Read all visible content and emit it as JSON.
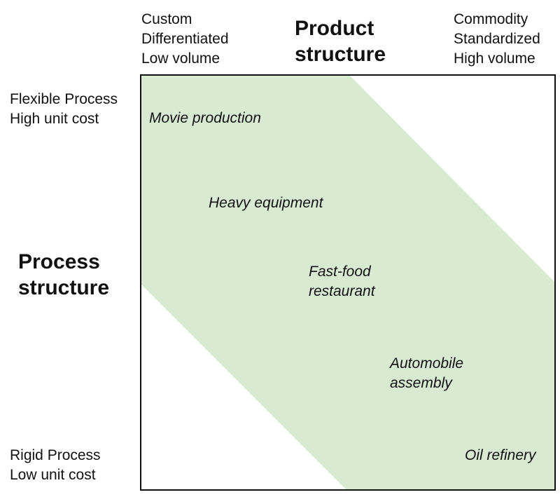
{
  "product_axis": {
    "title": "Product\nstructure",
    "left_label": "Custom\nDifferentiated\nLow volume",
    "right_label": "Commodity\nStandardized\nHigh volume"
  },
  "process_axis": {
    "title": "Process\nstructure",
    "top_label": "Flexible Process\nHigh unit cost",
    "bottom_label": "Rigid Process\nLow unit cost"
  },
  "band_color": "#d9ead3",
  "examples": [
    "Movie production",
    "Heavy equipment",
    "Fast-food\nrestaurant",
    "Automobile\nassembly",
    "Oil refinery"
  ]
}
